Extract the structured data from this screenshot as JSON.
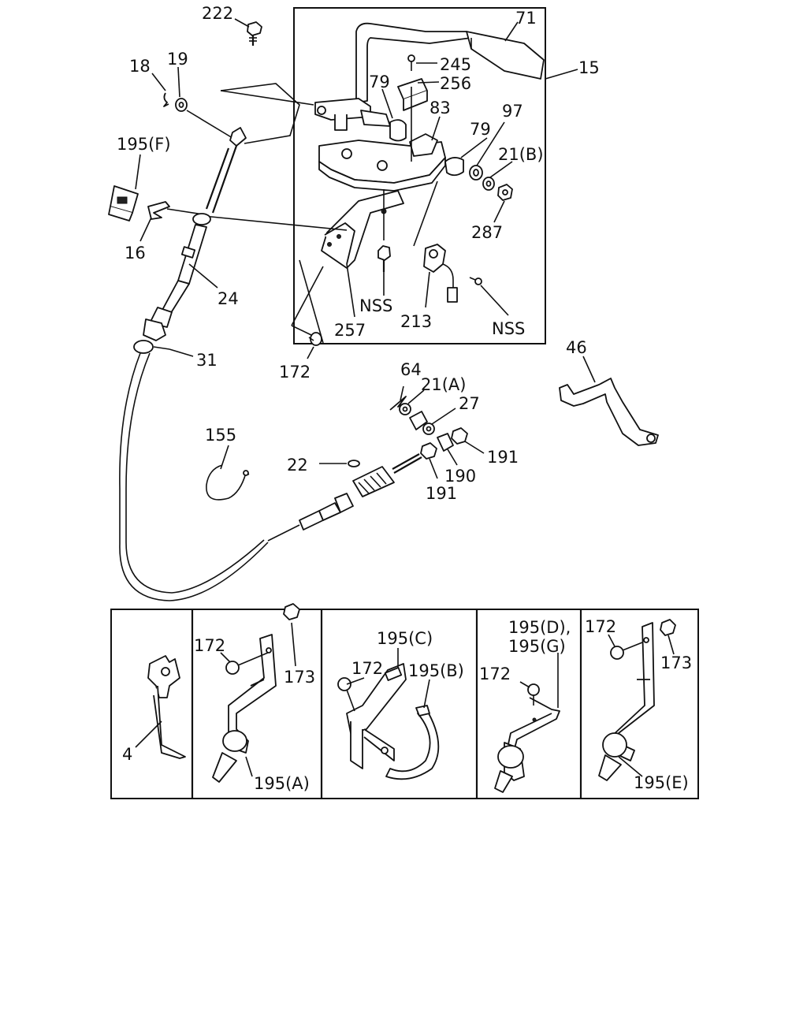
{
  "diagram": {
    "callouts": {
      "c222": "222",
      "c71": "71",
      "c245": "245",
      "c15": "15",
      "c256": "256",
      "c18": "18",
      "c19": "19",
      "c79a": "79",
      "c83": "83",
      "c79b": "79",
      "c97": "97",
      "c195f": "195(F)",
      "c21b": "21(B)",
      "c16": "16",
      "c287": "287",
      "c24": "24",
      "c nss1": "NSS",
      "cnss1": "NSS",
      "c213": "213",
      "cnss2": "NSS",
      "c257": "257",
      "c31": "31",
      "c172": "172",
      "c46": "46",
      "c64": "64",
      "c21a": "21(A)",
      "c27": "27",
      "c155": "155",
      "c22": "22",
      "c191a": "191",
      "c190": "190",
      "c191b": "191"
    },
    "detail_panels": {
      "p1": {
        "c4": "4"
      },
      "p2": {
        "c172": "172",
        "c173": "173",
        "c195a": "195(A)"
      },
      "p3": {
        "c195c": "195(C)",
        "c172": "172",
        "c195b": "195(B)"
      },
      "p4": {
        "c195d": "195(D),",
        "c195g": "195(G)",
        "c172": "172"
      },
      "p5": {
        "c172": "172",
        "c173": "173",
        "c195e": "195(E)"
      }
    }
  }
}
